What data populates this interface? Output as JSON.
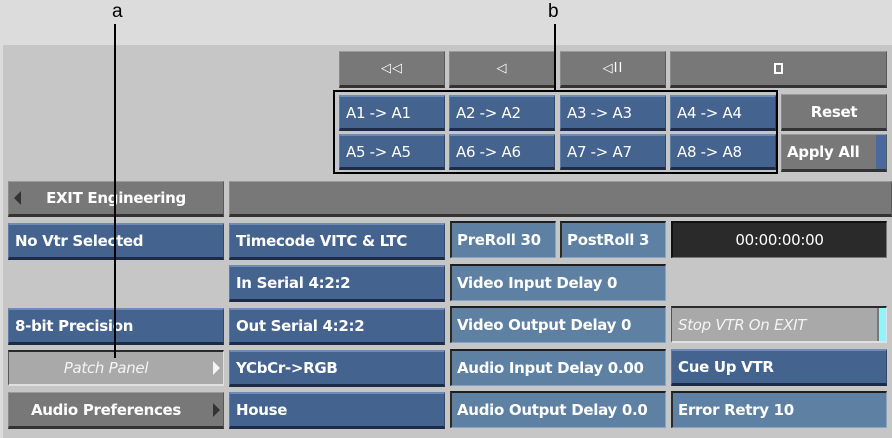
{
  "callouts": [
    {
      "label": "a"
    },
    {
      "label": "b"
    }
  ],
  "transport": {
    "rewind": "◁◁",
    "back": "◁",
    "step_back": "◁II",
    "stop_icon": "stop-icon"
  },
  "routing": {
    "row1": [
      "A1 -> A1",
      "A2 -> A2",
      "A3 -> A3",
      "A4 -> A4"
    ],
    "row2": [
      "A5 -> A5",
      "A6 -> A6",
      "A7 -> A7",
      "A8 -> A8"
    ],
    "reset_label": "Reset",
    "apply_all_label": "Apply All"
  },
  "exit_button": "EXIT Engineering",
  "left_column": {
    "vtr": "No Vtr Selected",
    "precision": "8-bit Precision",
    "patch_panel": "Patch Panel",
    "audio_prefs": "Audio Preferences"
  },
  "middle_column": {
    "timecode": "Timecode VITC & LTC",
    "in_serial": "In Serial 4:2:2",
    "out_serial": "Out Serial 4:2:2",
    "color_conv": "YCbCr->RGB",
    "sync": "House"
  },
  "delays": {
    "preroll": "PreRoll 30",
    "postroll": "PostRoll 3",
    "video_input": "Video Input Delay 0",
    "video_output": "Video Output Delay 0",
    "audio_input": "Audio Input Delay 0.00",
    "audio_output": "Audio Output Delay 0.0"
  },
  "right_column": {
    "timecode_display": "00:00:00:00",
    "stop_vtr": "Stop VTR On EXIT",
    "cue_up": "Cue Up VTR",
    "error_retry": "Error Retry 10"
  },
  "colors": {
    "panel_bg": "#c6c6c6",
    "blue_button": "#44648f",
    "blue_field": "#5d80a3",
    "grey_button": "#787878",
    "indicator_cyan": "#8ff5fa"
  }
}
